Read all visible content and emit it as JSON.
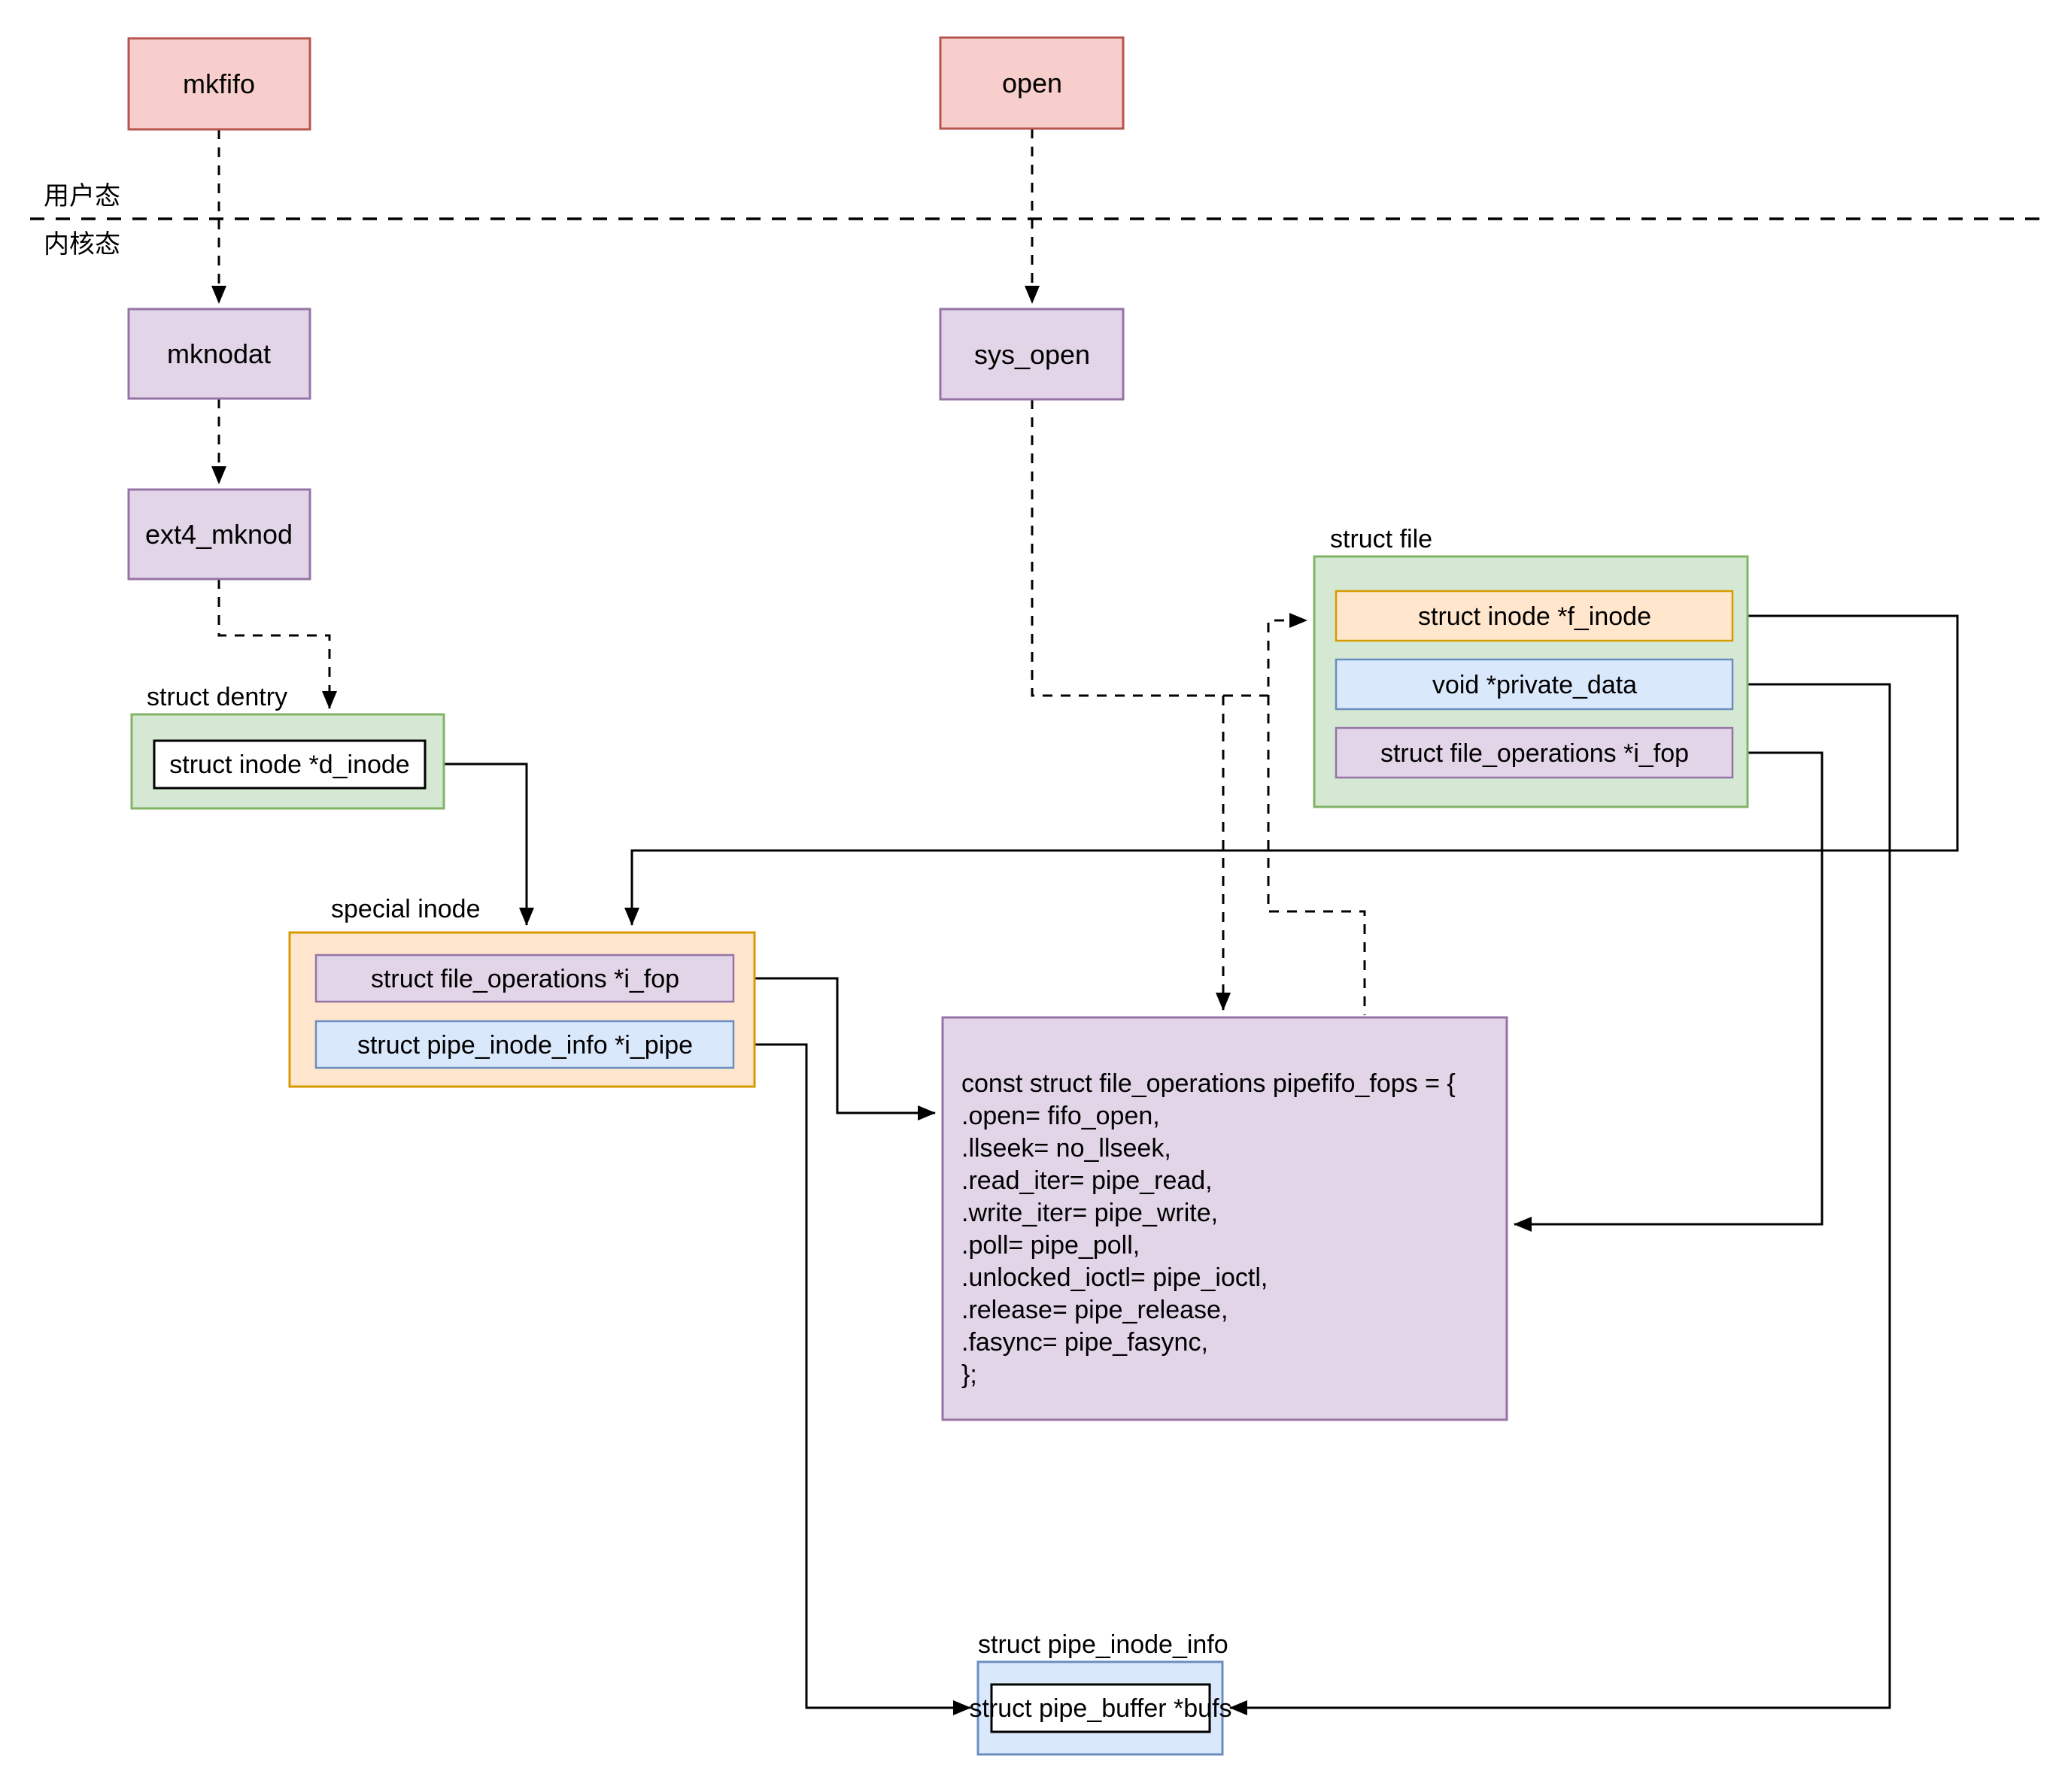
{
  "diagram": {
    "separator": {
      "user_mode_label": "用户态",
      "kernel_mode_label": "内核态"
    },
    "nodes": {
      "mkfifo": "mkfifo",
      "open": "open",
      "mknodat": "mknodat",
      "sys_open": "sys_open",
      "ext4_mknod": "ext4_mknod"
    },
    "dentry": {
      "title": "struct dentry",
      "field_d_inode": "struct inode *d_inode"
    },
    "file": {
      "title": "struct file",
      "field_f_inode": "struct inode *f_inode",
      "field_private_data": "void *private_data",
      "field_i_fop": "struct file_operations *i_fop"
    },
    "special_inode": {
      "title": "special inode",
      "field_i_fop": "struct file_operations *i_fop",
      "field_i_pipe": "struct pipe_inode_info *i_pipe"
    },
    "pipefifo_fops": {
      "lines": [
        "const struct file_operations pipefifo_fops = {",
        ".open= fifo_open,",
        ".llseek= no_llseek,",
        ".read_iter= pipe_read,",
        ".write_iter= pipe_write,",
        ".poll= pipe_poll,",
        ".unlocked_ioctl= pipe_ioctl,",
        ".release= pipe_release,",
        ".fasync= pipe_fasync,",
        "};"
      ]
    },
    "pipe_inode_info": {
      "title": "struct pipe_inode_info",
      "field_bufs": "struct pipe_buffer *bufs"
    },
    "colors": {
      "user_node_fill": "#f8cecc",
      "user_node_stroke": "#b85450",
      "kernel_node_fill": "#e1d5e7",
      "kernel_node_stroke": "#9673a6",
      "green_struct_fill": "#d5e8d4",
      "green_struct_stroke": "#82b366",
      "orange_struct_fill": "#ffe6cc",
      "orange_struct_stroke": "#d79b00",
      "blue_field_fill": "#dae8fc",
      "blue_field_stroke": "#6c8ebf",
      "line_color": "#000000",
      "background": "#ffffff"
    }
  }
}
